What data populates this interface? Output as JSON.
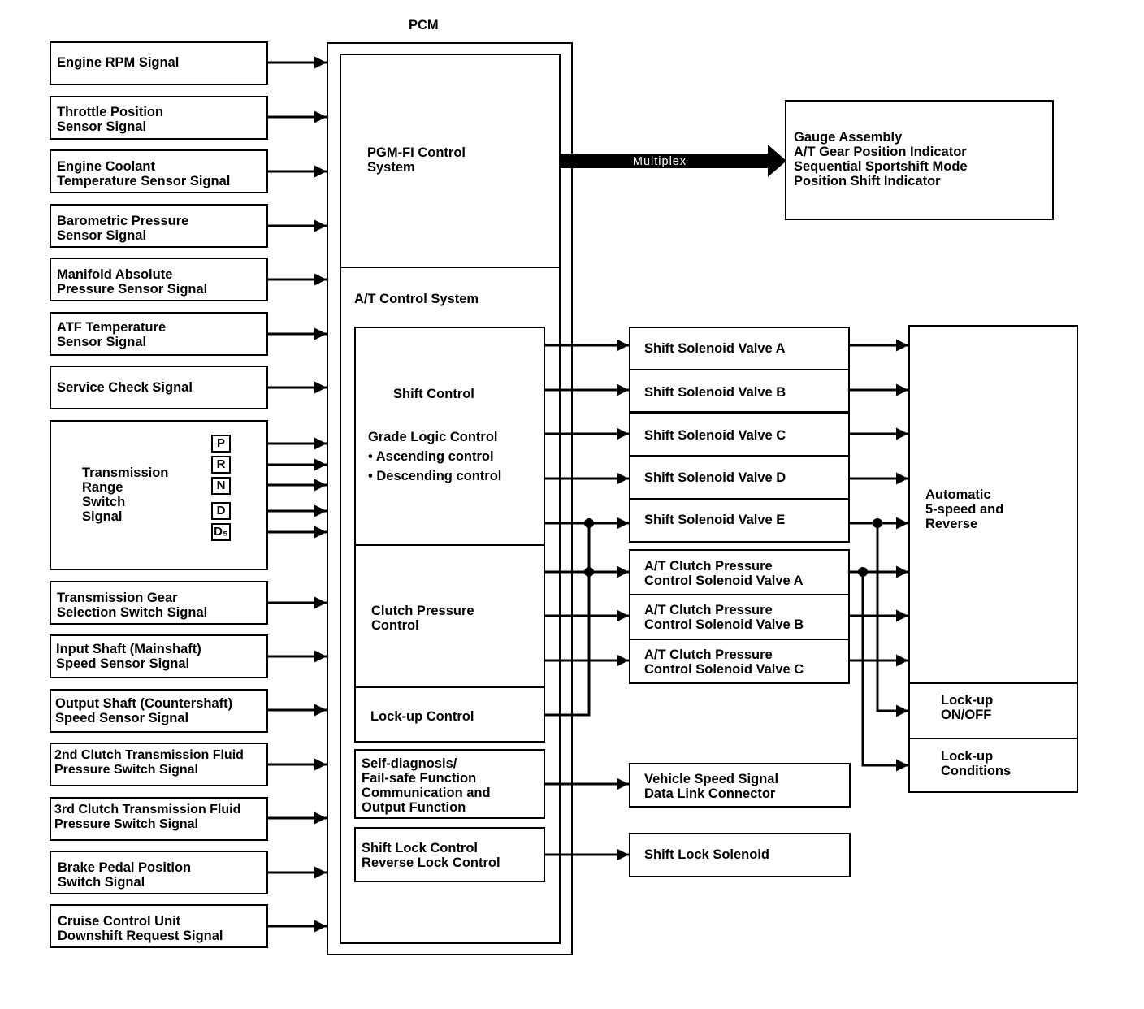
{
  "pcm": {
    "title": "PCM",
    "pgmfi": "PGM-FI Control\nSystem",
    "at_system": "A/T Control System",
    "shift_control": "Shift Control",
    "grade_logic": "Grade Logic Control\n• Ascending control\n• Descending control",
    "clutch_pressure": "Clutch Pressure\nControl",
    "lockup_control": "Lock-up Control",
    "self_diag": "Self-diagnosis/\nFail-safe Function\nCommunication and\nOutput Function",
    "shift_lock": "Shift Lock Control\nReverse Lock Control"
  },
  "inputs": [
    "Engine RPM Signal",
    "Throttle Position\nSensor Signal",
    "Engine Coolant\nTemperature Sensor Signal",
    "Barometric Pressure\nSensor Signal",
    "Manifold Absolute\nPressure Sensor Signal",
    "ATF Temperature\nSensor Signal",
    "Service Check Signal",
    "Transmission\nRange\nSwitch\nSignal",
    "Transmission Gear\nSelection Switch Signal",
    "Input Shaft (Mainshaft)\nSpeed Sensor Signal",
    "Output Shaft (Countershaft)\nSpeed Sensor Signal",
    "2nd Clutch Transmission Fluid\nPressure Switch Signal",
    "3rd Clutch Transmission Fluid\nPressure Switch Signal",
    "Brake Pedal Position\nSwitch Signal",
    "Cruise Control Unit\nDownshift Request Signal"
  ],
  "ranges": [
    "P",
    "R",
    "N",
    "D",
    "D₅"
  ],
  "multiplex_label": "Multiplex",
  "gauge": "Gauge Assembly\nA/T Gear Position Indicator\nSequential Sportshift Mode\nPosition Shift Indicator",
  "outputs": [
    "Shift Solenoid Valve A",
    "Shift Solenoid Valve B",
    "Shift Solenoid Valve C",
    "Shift Solenoid Valve D",
    "Shift Solenoid Valve E",
    "A/T Clutch Pressure\nControl Solenoid Valve A",
    "A/T Clutch Pressure\nControl Solenoid Valve B",
    "A/T Clutch Pressure\nControl Solenoid Valve C",
    "Vehicle Speed Signal\nData Link Connector",
    "Shift Lock Solenoid"
  ],
  "transmission": {
    "main": "Automatic\n5-speed and\nReverse",
    "lockup_onoff": "Lock-up\nON/OFF",
    "lockup_conditions": "Lock-up\nConditions"
  }
}
